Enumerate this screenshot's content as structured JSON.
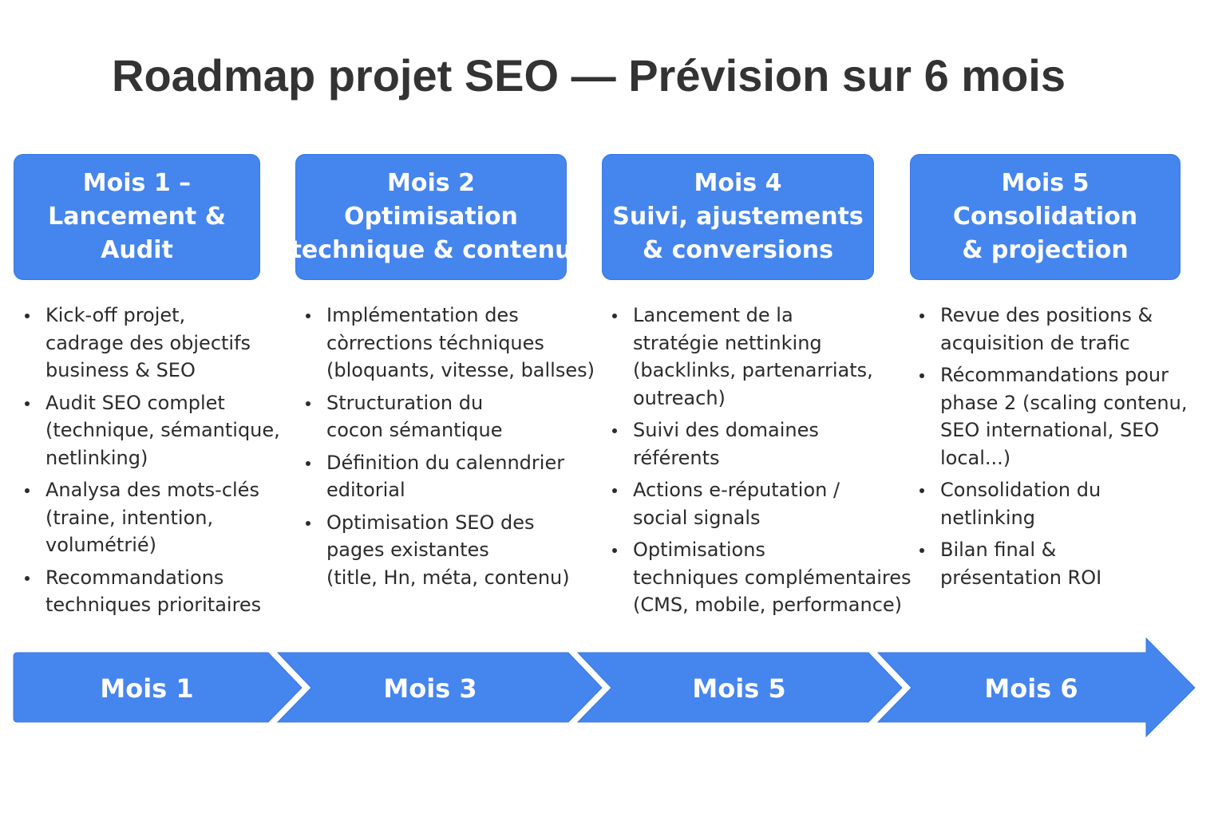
{
  "title": "Roadmap projet SEO — Prévision sur 6 mois",
  "colors": {
    "accent": "#4585ee",
    "text": "#2b2b2b"
  },
  "phases": [
    {
      "header_lines": [
        "Mois 1 –",
        "Lancement &",
        "Audit"
      ],
      "bullets": [
        [
          "Kick-off projet,",
          "cadrage des objectifs",
          "business & SEO"
        ],
        [
          "Audit SEO complet",
          "(technique, sémantique,",
          "netlinking)"
        ],
        [
          "Analysa des mots-clés",
          "(traine, intention,",
          "volumétrié)"
        ],
        [
          "Recommandations",
          "techniques prioritaires"
        ]
      ]
    },
    {
      "header_lines": [
        "Mois 2",
        "Optimisation",
        "technique & contenu"
      ],
      "bullets": [
        [
          "Implémentation des",
          "còrrections téchniques",
          "(bloquants, vitesse, ballses)"
        ],
        [
          "Structuration du",
          "cocon sémantique"
        ],
        [
          "Définition du calenndrier",
          "editorial"
        ],
        [
          "Optimisation SEO des",
          "pages existantes",
          "(title, Hn, méta, contenu)"
        ]
      ]
    },
    {
      "header_lines": [
        "Mois 4",
        "Suivi, ajustements",
        "& conversions"
      ],
      "bullets": [
        [
          "Lancement de la",
          "stratégie nettinking",
          "(backlinks, partenarriats,",
          "outreach)"
        ],
        [
          "Suivi des domaines",
          "référents"
        ],
        [
          "Actions e-réputation /",
          "social signals"
        ],
        [
          "Optimisations",
          "techniques complémentaires",
          "(CMS, mobile, performance)"
        ]
      ]
    },
    {
      "header_lines": [
        "Mois 5",
        "Consolidation",
        "& projection"
      ],
      "bullets": [
        [
          "Revue des positions &",
          "acquisition de trafic"
        ],
        [
          "Récommandations pour",
          "phase 2 (scaling contenu,",
          "SEO international, SEO",
          "local...)"
        ],
        [
          "Consolidation du",
          "netlinking"
        ],
        [
          "Bilan final &",
          "présentation ROI"
        ]
      ]
    }
  ],
  "timeline": {
    "labels": [
      "Mois 1",
      "Mois 3",
      "Mois 5",
      "Mois 6"
    ]
  }
}
